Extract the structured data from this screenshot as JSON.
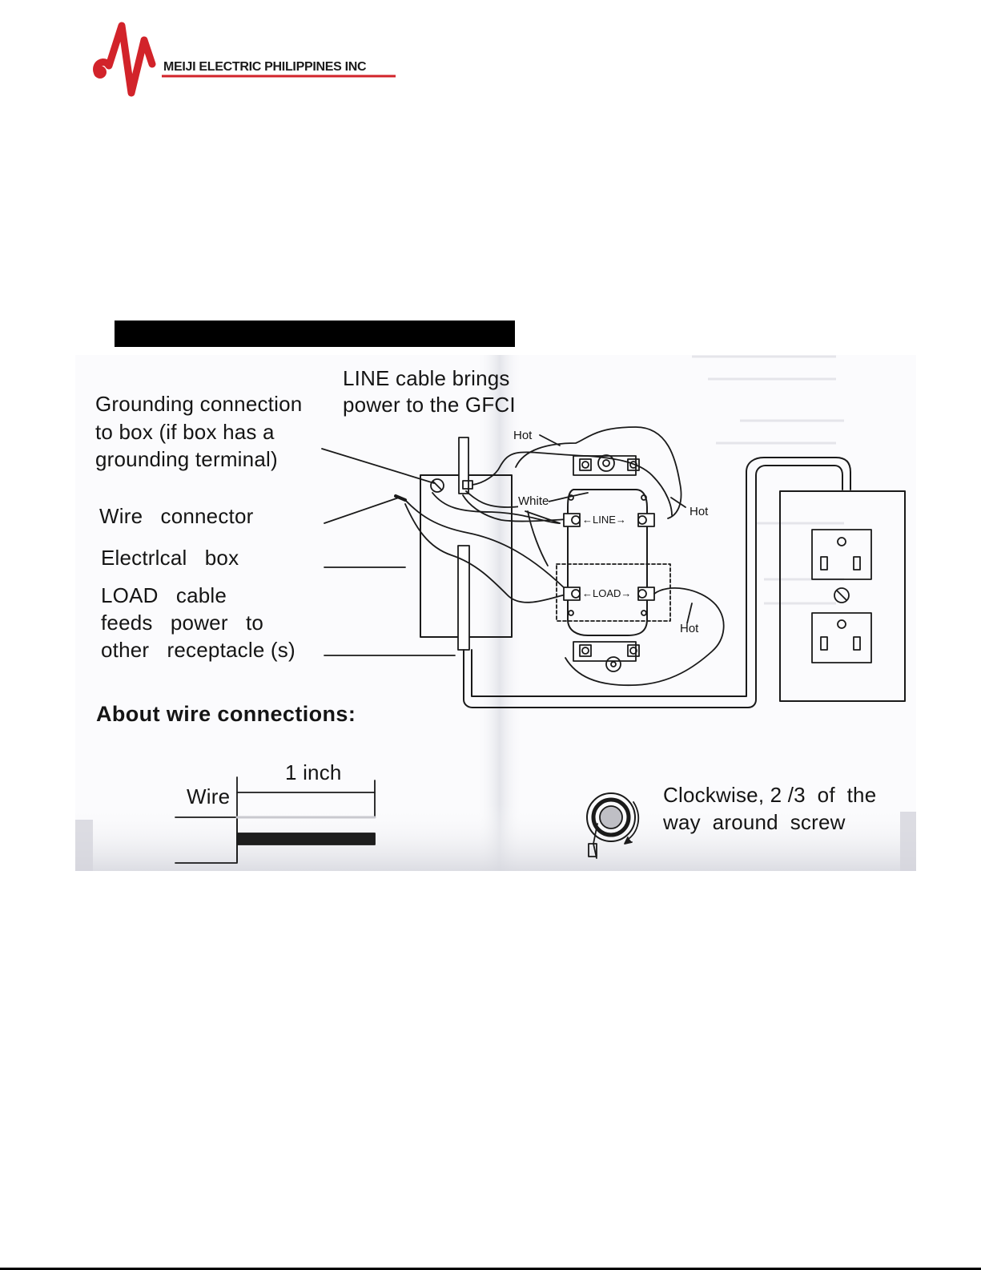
{
  "brand": {
    "company_name": "MEIJI ELECTRIC PHILIPPINES INC",
    "logo_letter": "M",
    "colors": {
      "logo_red": "#d2232a",
      "text_dark": "#1a1a1a"
    }
  },
  "diagram": {
    "labels": {
      "line_cable_1": "LINE cable brings",
      "line_cable_2": "power to the GFCI",
      "grounding_1": "Grounding connection",
      "grounding_2": "to box (if box has a",
      "grounding_3": "grounding terminal)",
      "wire_connector": "Wire   connector",
      "electrical_box": "Electrlcal   box",
      "load_cable_1": "LOAD   cable",
      "load_cable_2": "feeds   power   to",
      "load_cable_3": "other   receptacle (s)",
      "hot_top": "Hot",
      "hot_right": "Hot",
      "hot_bottom": "Hot",
      "white": "White",
      "line_terminal": "←LINE→",
      "load_terminal": "←LOAD→"
    },
    "about": {
      "heading": "About wire connections:",
      "wire_label": "Wire",
      "length_label": "1 inch",
      "clockwise_1": "Clockwise, 2 /3  of  the",
      "clockwise_2": "way  around  screw"
    }
  }
}
